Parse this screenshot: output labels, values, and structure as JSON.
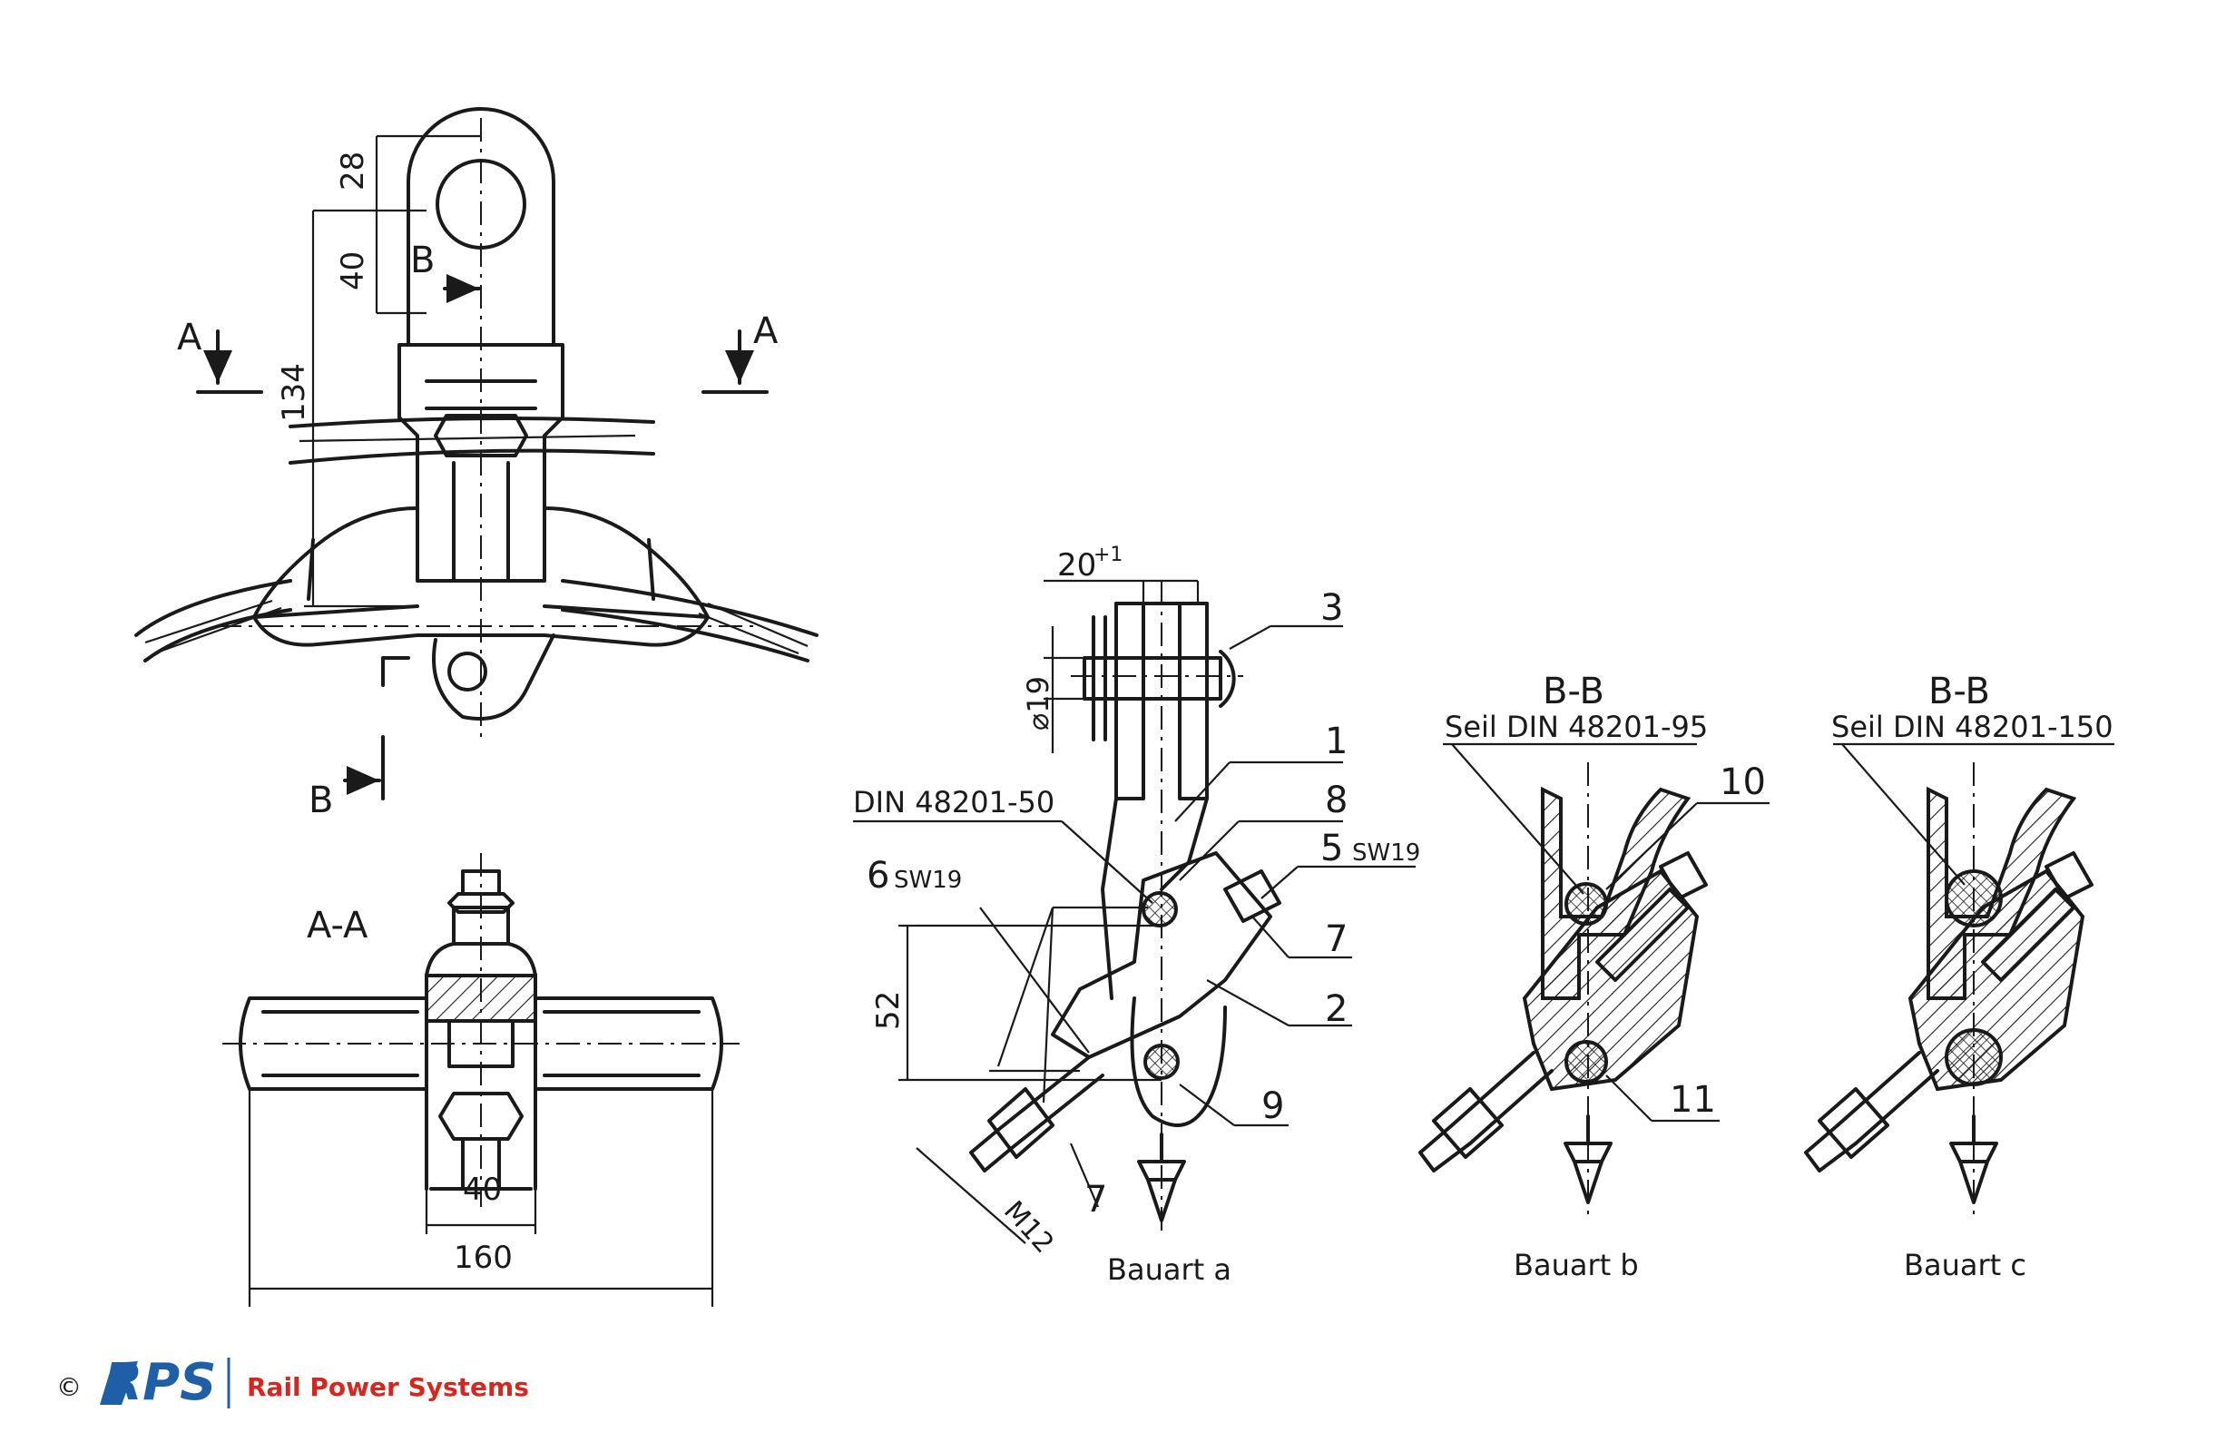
{
  "colors": {
    "line": "#1a1a1a",
    "brand_blue": "#1f5fa8",
    "brand_red": "#d7261e"
  },
  "top_view": {
    "dims": [
      "28",
      "40",
      "134"
    ],
    "section_A_left": "A",
    "section_A_right": "A",
    "section_B_top": "B",
    "section_B_bottom": "B"
  },
  "section_aa": {
    "title": "A-A",
    "dim_inner": "40",
    "dim_outer": "160"
  },
  "view_a": {
    "dim_width": "20",
    "dim_tol": "+1",
    "dim_pin": "⌀19",
    "dim_height": "52",
    "din": "DIN 48201-50",
    "dim_thread": "M12",
    "caption": "Bauart a",
    "items": {
      "i1": "1",
      "i2": "2",
      "i3": "3",
      "i5": "5",
      "i5sw": "SW19",
      "i6": "6",
      "i6sw": "SW19",
      "i7a": "7",
      "i7b": "7",
      "i8": "8",
      "i9": "9"
    }
  },
  "view_b": {
    "title": "B-B",
    "seil": "Seil DIN 48201-95",
    "n10": "10",
    "n11": "11",
    "caption": "Bauart b"
  },
  "view_c": {
    "title": "B-B",
    "seil": "Seil DIN 48201-150",
    "caption": "Bauart c"
  },
  "logo": {
    "copyright": "©",
    "brand": "RPS",
    "tagline": "Rail Power Systems"
  }
}
